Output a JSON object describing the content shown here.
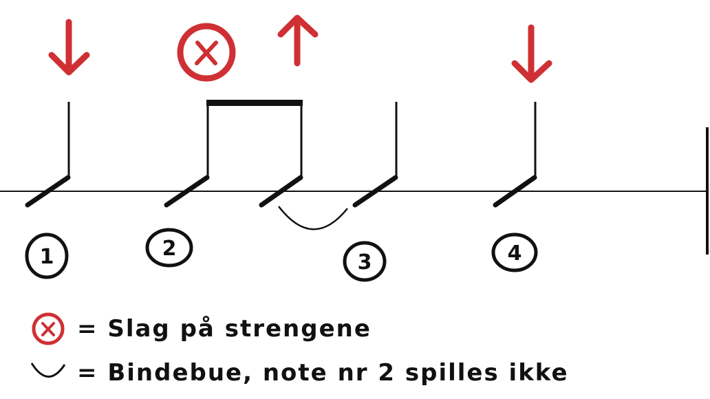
{
  "colors": {
    "accent": "#cf3033",
    "ink": "#111111"
  },
  "beats": [
    {
      "number": "1",
      "stroke": "down"
    },
    {
      "number": "2",
      "stroke": "none"
    },
    {
      "number": "",
      "stroke": "up",
      "tied": true
    },
    {
      "number": "3",
      "stroke": "none"
    },
    {
      "number": "4",
      "stroke": "down"
    }
  ],
  "legend": [
    {
      "icon": "circled-x-icon",
      "text": "= Slag på strengene"
    },
    {
      "icon": "tie-arc-icon",
      "text": "= Bindebue, note nr 2 spilles ikke"
    }
  ]
}
